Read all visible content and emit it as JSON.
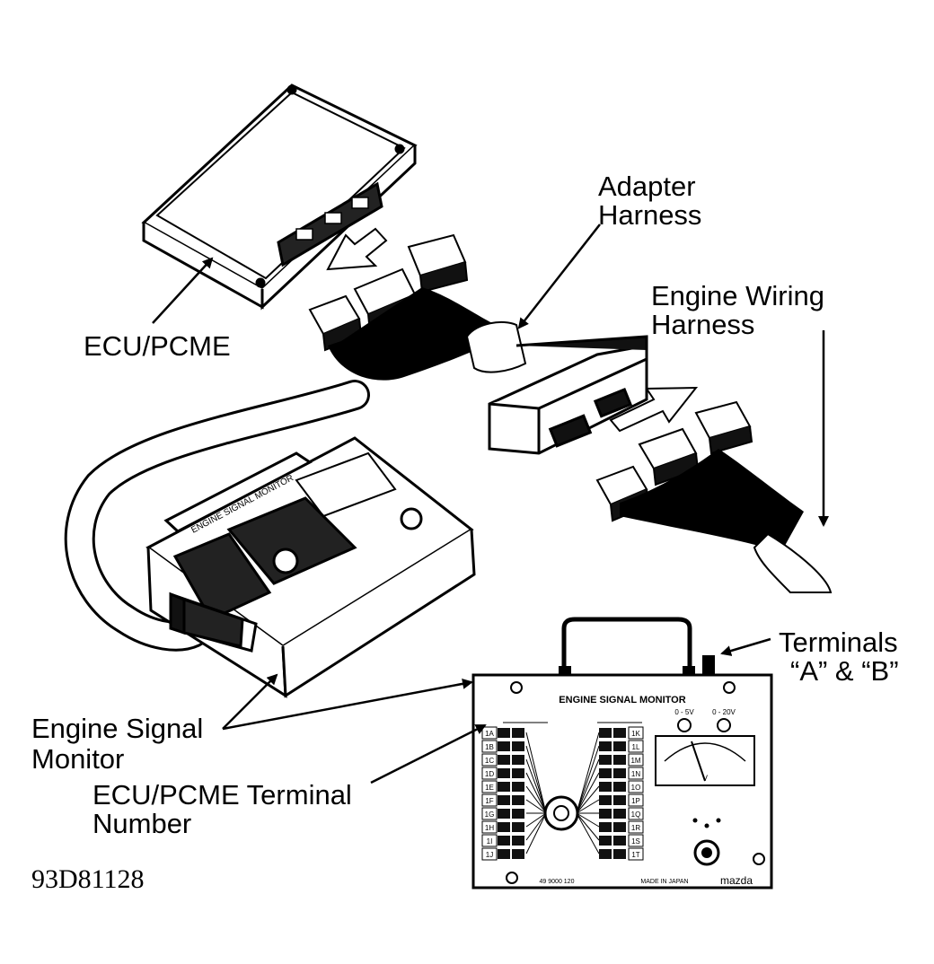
{
  "labels": {
    "adapter_harness": [
      "Adapter",
      "Harness"
    ],
    "engine_wiring_harness": [
      "Engine Wiring",
      "Harness"
    ],
    "ecu_pcme": "ECU/PCME",
    "terminals": [
      "Terminals",
      "“A” & “B”"
    ],
    "engine_signal_monitor": [
      "Engine Signal",
      "Monitor"
    ],
    "ecu_pcme_terminal_number": [
      "ECU/PCME Terminal",
      "Number"
    ],
    "figure_code": "93D81128"
  },
  "monitor_panel": {
    "title": "ENGINE SIGNAL MONITOR",
    "range_left": "0 - 5V",
    "range_right": "0 - 20V",
    "meter_unit": "V",
    "brand": "mazda",
    "made_in": "MADE IN JAPAN",
    "left_terminals": [
      "1A",
      "1B",
      "1C",
      "1D",
      "1E",
      "1F",
      "1G",
      "1H",
      "1I",
      "1J"
    ],
    "right_terminals": [
      "1K",
      "1L",
      "1M",
      "1N",
      "1O",
      "1P",
      "1Q",
      "1R",
      "1S",
      "1T"
    ]
  },
  "colors": {
    "ink": "#000000",
    "paper": "#ffffff"
  }
}
